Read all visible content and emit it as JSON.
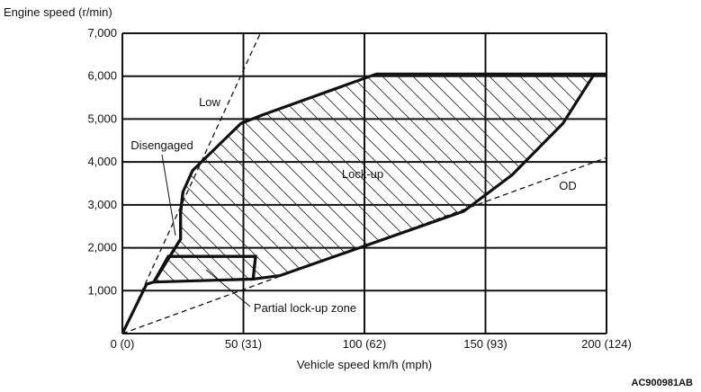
{
  "chart_data": {
    "type": "area",
    "ylabel": "Engine speed (r/min)",
    "xlabel": "Vehicle speed  km/h (mph)",
    "figure_code": "AC900981AB",
    "xlim": [
      0,
      200
    ],
    "ylim": [
      0,
      7000
    ],
    "x_ticks": [
      {
        "value": 0,
        "label": "0 (0)"
      },
      {
        "value": 50,
        "label": "50 (31)"
      },
      {
        "value": 100,
        "label": "100 (62)"
      },
      {
        "value": 150,
        "label": "150 (93)"
      },
      {
        "value": 200,
        "label": "200 (124)"
      }
    ],
    "y_ticks": [
      {
        "value": 1000,
        "label": "1,000"
      },
      {
        "value": 2000,
        "label": "2,000"
      },
      {
        "value": 3000,
        "label": "3,000"
      },
      {
        "value": 4000,
        "label": "4,000"
      },
      {
        "value": 5000,
        "label": "5,000"
      },
      {
        "value": 6000,
        "label": "6,000"
      },
      {
        "value": 7000,
        "label": "7,000"
      }
    ],
    "grid": true,
    "series": [
      {
        "name": "Low",
        "style": "dashed",
        "points": [
          [
            0,
            0
          ],
          [
            57,
            7000
          ]
        ]
      },
      {
        "name": "OD",
        "style": "dashed",
        "points": [
          [
            0,
            0
          ],
          [
            200,
            4100
          ]
        ]
      }
    ],
    "regions": [
      {
        "name": "Lock-up",
        "hatch": true,
        "boundary": [
          [
            25,
            3300
          ],
          [
            29,
            3800
          ],
          [
            49,
            4900
          ],
          [
            58,
            5100
          ],
          [
            105,
            6050
          ],
          [
            200,
            6050
          ],
          [
            195,
            6050
          ],
          [
            182,
            4900
          ],
          [
            161,
            3700
          ],
          [
            141,
            2850
          ],
          [
            65,
            1350
          ],
          [
            54,
            1270
          ],
          [
            55,
            1800
          ],
          [
            19,
            1800
          ],
          [
            13,
            1200
          ],
          [
            24,
            2200
          ],
          [
            24,
            2800
          ]
        ]
      },
      {
        "name": "Partial lock-up zone",
        "hatch": true,
        "boundary": [
          [
            19,
            1800
          ],
          [
            55,
            1800
          ],
          [
            54,
            1270
          ],
          [
            13,
            1200
          ]
        ]
      },
      {
        "name": "Disengaged",
        "hatch": false,
        "boundary": [
          [
            0,
            0
          ],
          [
            10,
            1150
          ],
          [
            13,
            1200
          ],
          [
            24,
            2200
          ],
          [
            24,
            2800
          ],
          [
            25,
            3300
          ]
        ]
      }
    ],
    "annotations": [
      {
        "text": "Low",
        "x": 36,
        "y": 5350
      },
      {
        "text": "Disengaged",
        "x": 17,
        "y": 4350
      },
      {
        "text": "Lock-up",
        "x": 100,
        "y": 3750
      },
      {
        "text": "OD",
        "x": 185,
        "y": 3250
      },
      {
        "text": "Partial lock-up zone",
        "x": 106,
        "y": 450
      }
    ]
  }
}
